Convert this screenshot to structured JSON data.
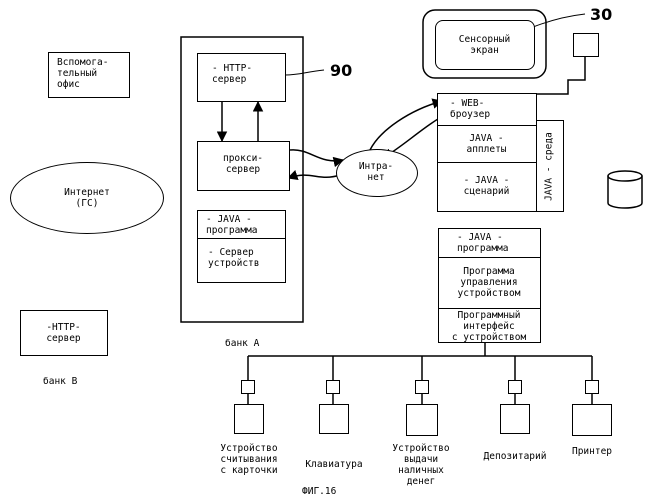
{
  "figure_caption": "ФИГ.16",
  "reference_numerals": {
    "terminal": "30",
    "server": "90"
  },
  "nodes": {
    "back_office": "Вспомога-\nтельный\nофис",
    "internet": "Интернет\n(ГС)",
    "http_server_b": "-HTTP-\nсервер",
    "bank_b": "банк В",
    "bank_a": "банк А",
    "http_server_a": "- HTTP-\nсервер",
    "proxy_server": "прокси-\nсервер",
    "java_program_a": "- JAVA -\nпрограмма",
    "device_server": "- Сервер\nустройств",
    "intranet": "Интра-\nнет",
    "touch_screen": "Сенсорный\nэкран",
    "web_browser": "- WEB-\nброузер",
    "java_applets": "JAVA -\nапплеты",
    "java_scenario": "- JAVA -\nсценарий",
    "java_env": "JAVA - среда",
    "java_program_term": "- JAVA -\nпрограмма",
    "device_control": "Программа\nуправления\nустройством",
    "device_interface": "Программный\nинтерфейс\nс устройством"
  },
  "devices": [
    {
      "name": "card_reader",
      "label": "Устройство\nсчитывания\nс карточки"
    },
    {
      "name": "keyboard",
      "label": "Клавиатура"
    },
    {
      "name": "cash_dispenser",
      "label": "Устройство\nвыдачи\nналичных\nденег"
    },
    {
      "name": "depositary",
      "label": "Депозитарий"
    },
    {
      "name": "printer",
      "label": "Принтер"
    }
  ]
}
